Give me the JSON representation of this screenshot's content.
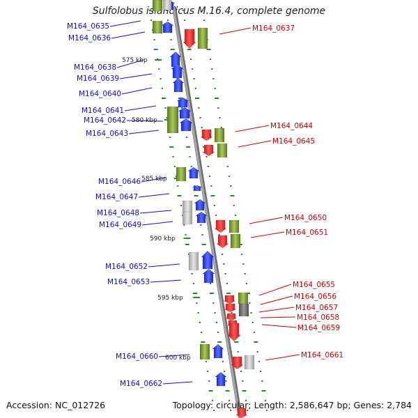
{
  "title": "Sulfolobus islandicus M.16.4, complete genome",
  "footer": {
    "accession": "Accession: NC_012726",
    "summary": "Topology: circular; Length: 2,586,647 bp; Genes: 2,784"
  },
  "colors": {
    "reverse_gene": "#0a14e0",
    "forward_gene": "#e01010",
    "orf_green": "#6b8e23",
    "orf_gray": "#b8b8b8",
    "orf_darkgray": "#707070",
    "backbone": "#909090",
    "tick": "#228b22",
    "reverse_label": "#1010cc",
    "forward_label": "#cc0000"
  },
  "scale_labels": [
    "575 kbp",
    "580 kbp",
    "585 kbp",
    "590 kbp",
    "595 kbp",
    "600 kbp"
  ],
  "reverse_genes": [
    "M164_0635",
    "M164_0636",
    "M164_0638",
    "M164_0639",
    "M164_0640",
    "M164_0641",
    "M164_0642",
    "M164_0643",
    "M164_0646",
    "M164_0647",
    "M164_0648",
    "M164_0649",
    "M164_0652",
    "M164_0653",
    "M164_0660",
    "M164_0662"
  ],
  "forward_genes": [
    "M164_0637",
    "M164_0644",
    "M164_0645",
    "M164_0650",
    "M164_0651",
    "M164_0655",
    "M164_0656",
    "M164_0657",
    "M164_0658",
    "M164_0659",
    "M164_0661"
  ]
}
